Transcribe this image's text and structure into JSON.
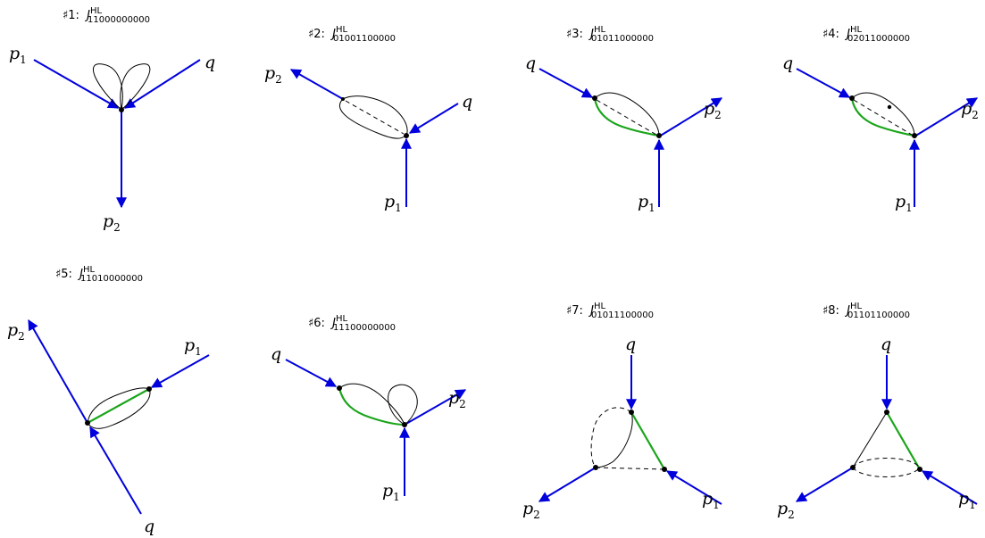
{
  "colors": {
    "external_line": "#0000dd",
    "heavy_line": "#1aa51a",
    "massless_line": "#000000"
  },
  "diagrams": [
    {
      "hash": "♯1:",
      "J": "J",
      "sup": "HL",
      "sub": "11000000000",
      "momenta": {
        "a": {
          "b": "p",
          "s": "1"
        },
        "b": {
          "b": "q",
          "s": ""
        },
        "c": {
          "b": "p",
          "s": "2"
        }
      }
    },
    {
      "hash": "♯2:",
      "J": "J",
      "sup": "HL",
      "sub": "01001100000",
      "momenta": {
        "a": {
          "b": "p",
          "s": "2"
        },
        "b": {
          "b": "q",
          "s": ""
        },
        "c": {
          "b": "p",
          "s": "1"
        }
      }
    },
    {
      "hash": "♯3:",
      "J": "J",
      "sup": "HL",
      "sub": "01011000000",
      "momenta": {
        "a": {
          "b": "q",
          "s": ""
        },
        "b": {
          "b": "p",
          "s": "2"
        },
        "c": {
          "b": "p",
          "s": "1"
        }
      }
    },
    {
      "hash": "♯4:",
      "J": "J",
      "sup": "HL",
      "sub": "02011000000",
      "momenta": {
        "a": {
          "b": "q",
          "s": ""
        },
        "b": {
          "b": "p",
          "s": "2"
        },
        "c": {
          "b": "p",
          "s": "1"
        }
      }
    },
    {
      "hash": "♯5:",
      "J": "J",
      "sup": "HL",
      "sub": "11010000000",
      "momenta": {
        "a": {
          "b": "p",
          "s": "2"
        },
        "b": {
          "b": "p",
          "s": "1"
        },
        "c": {
          "b": "q",
          "s": ""
        }
      }
    },
    {
      "hash": "♯6:",
      "J": "J",
      "sup": "HL",
      "sub": "11100000000",
      "momenta": {
        "a": {
          "b": "q",
          "s": ""
        },
        "b": {
          "b": "p",
          "s": "2"
        },
        "c": {
          "b": "p",
          "s": "1"
        }
      }
    },
    {
      "hash": "♯7:",
      "J": "J",
      "sup": "HL",
      "sub": "01011100000",
      "momenta": {
        "a": {
          "b": "q",
          "s": ""
        },
        "b": {
          "b": "p",
          "s": "2"
        },
        "c": {
          "b": "p",
          "s": "1"
        }
      }
    },
    {
      "hash": "♯8:",
      "J": "J",
      "sup": "HL",
      "sub": "01101100000",
      "momenta": {
        "a": {
          "b": "q",
          "s": ""
        },
        "b": {
          "b": "p",
          "s": "2"
        },
        "c": {
          "b": "p",
          "s": "1"
        }
      }
    }
  ]
}
